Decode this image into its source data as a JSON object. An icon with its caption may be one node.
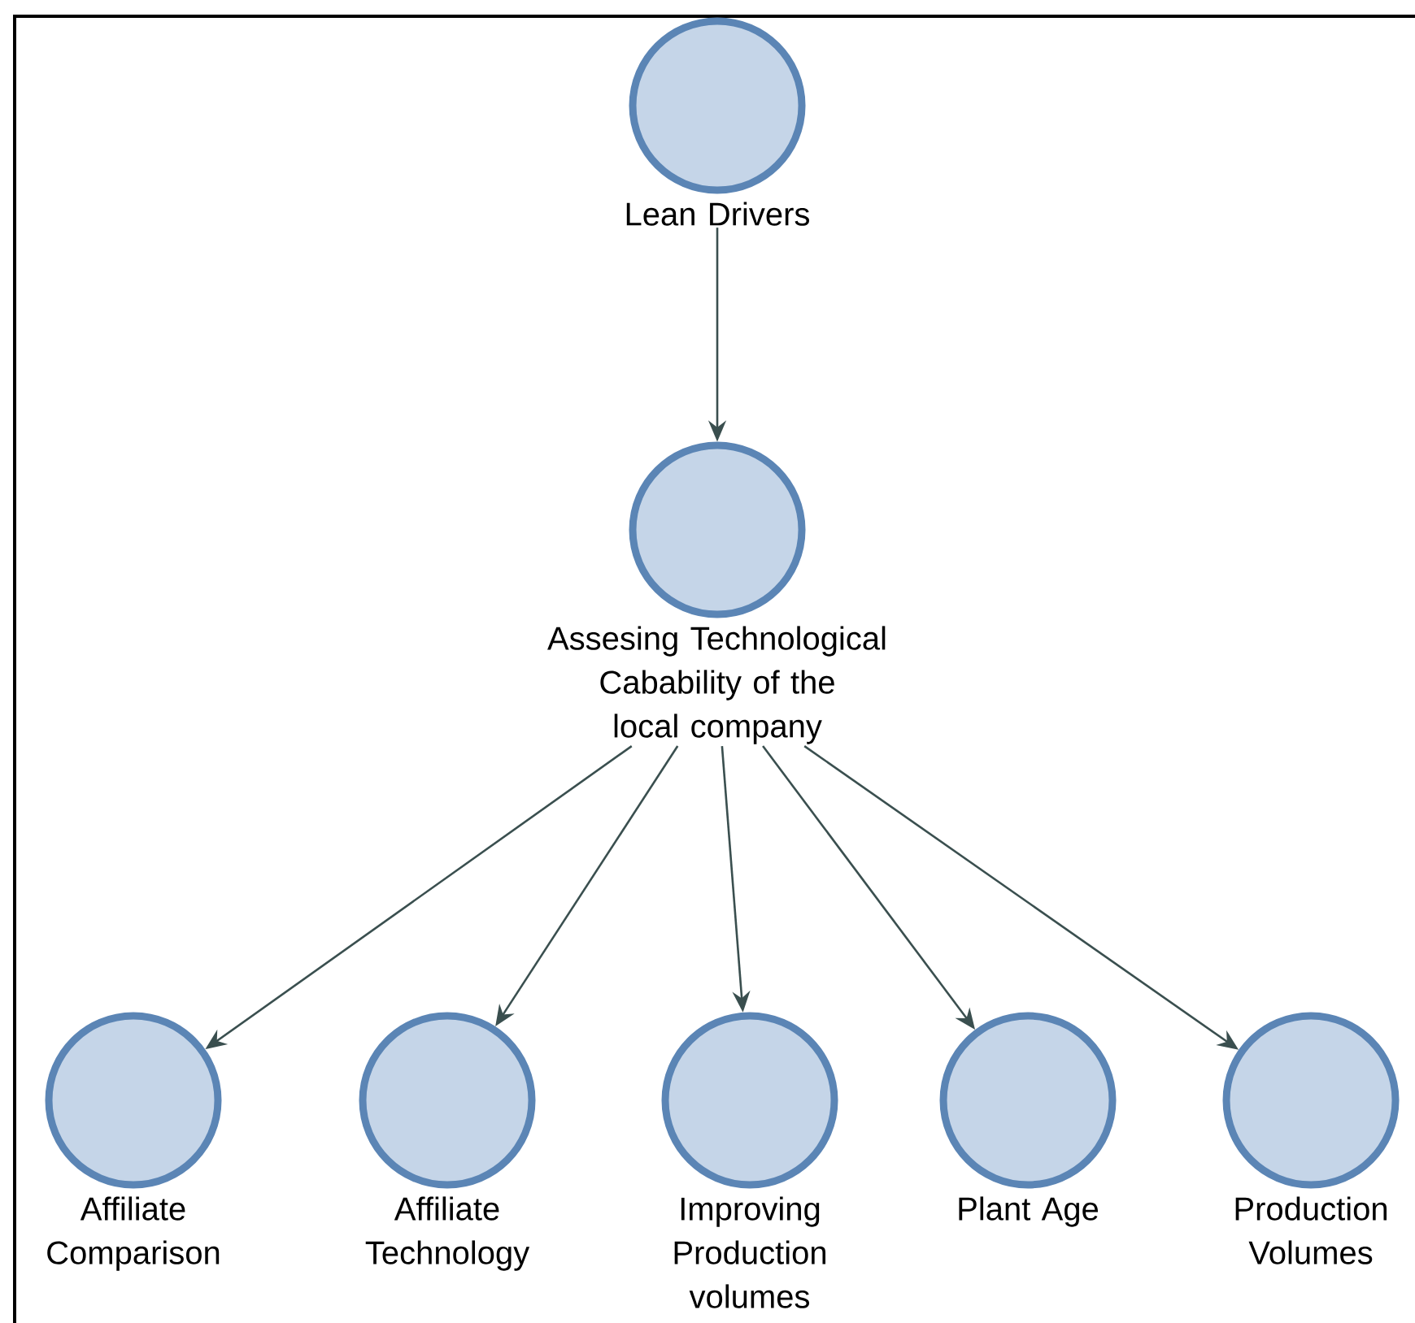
{
  "diagram": {
    "nodes": [
      {
        "text": [
          "Lean Drivers"
        ]
      },
      {
        "text": [
          "Assesing Technological Cabability of the local company"
        ]
      },
      {
        "text": [
          "Affiliate Comparison"
        ]
      },
      {
        "text": [
          "Affiliate Technology"
        ]
      },
      {
        "text": [
          "Improving Production volumes"
        ]
      },
      {
        "text": [
          "Plant Age"
        ]
      },
      {
        "text": [
          "Production Volumes"
        ]
      }
    ],
    "edges": [
      {
        "from": 0,
        "to": 1,
        "arrow": "to"
      },
      {
        "from": 1,
        "to": 2,
        "arrow": "to"
      },
      {
        "from": 1,
        "to": 3,
        "arrow": "to"
      },
      {
        "from": 1,
        "to": 4,
        "arrow": "to"
      },
      {
        "from": 1,
        "to": 5,
        "arrow": "to"
      },
      {
        "from": 1,
        "to": 6,
        "arrow": "to"
      }
    ]
  }
}
